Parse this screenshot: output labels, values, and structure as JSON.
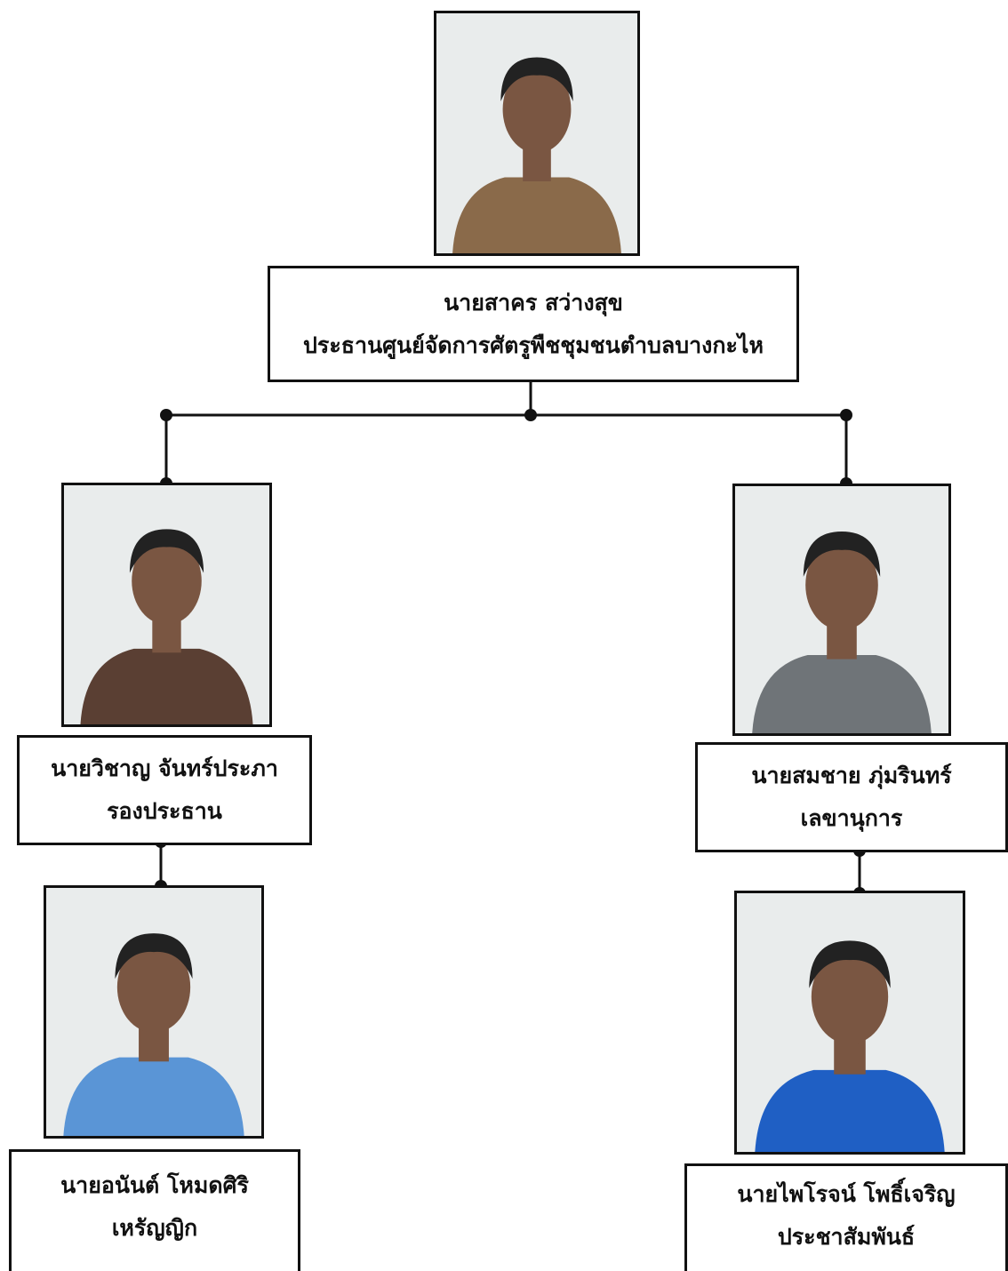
{
  "members": [
    {
      "key": "chairman",
      "name": "นายสาคร สว่างสุข",
      "role": "ประธานศูนย์จัดการศัตรูพืชชุมชนตำบลบางกะไห",
      "shirt_color": "#8a6a4a"
    },
    {
      "key": "vice",
      "name": "นายวิชาญ จันทร์ประภา",
      "role": "รองประธาน",
      "shirt_color": "#5a3f33"
    },
    {
      "key": "secretary",
      "name": "นายสมชาย ภุ่มรินทร์",
      "role": "เลขานุการ",
      "shirt_color": "#6f7478"
    },
    {
      "key": "treasurer",
      "name": "นายอนันต์ โหมดศิริ",
      "role": "เหรัญญิก",
      "shirt_color": "#5a95d6"
    },
    {
      "key": "pr",
      "name": "นายไพโรจน์ โพธิ์เจริญ",
      "role": "ประชาสัมพันธ์",
      "shirt_color": "#1f5fc4"
    }
  ],
  "colors": {
    "line": "#111111",
    "skin": "#7a5642",
    "hair": "#222222",
    "background": "#e9ecec"
  }
}
